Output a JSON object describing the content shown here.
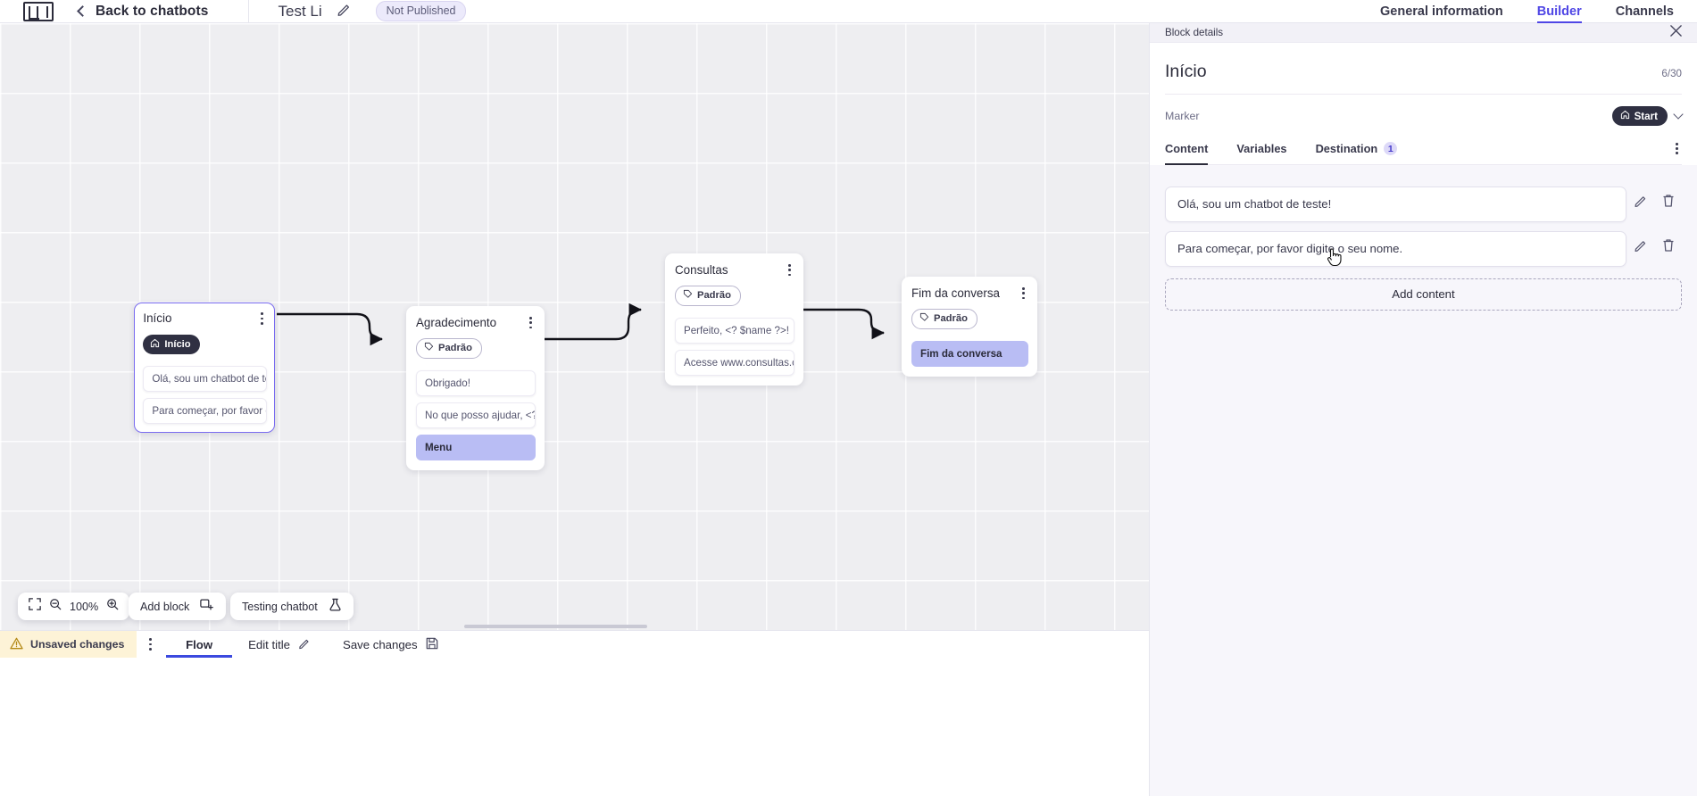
{
  "topbar": {
    "logo_icon": "brand-logo-icon",
    "back_label": "Back to chatbots",
    "bot_title": "Test Li",
    "edit_icon": "pencil-icon",
    "status_badge": "Not Published",
    "tabs": [
      {
        "label": "General information",
        "active": false
      },
      {
        "label": "Builder",
        "active": true
      },
      {
        "label": "Channels",
        "active": false
      }
    ]
  },
  "canvas": {
    "nodes": [
      {
        "title": "Início",
        "marker": "Início",
        "marker_type": "start",
        "selected": true,
        "rows": [
          {
            "text": "Olá, sou um chatbot de teste!",
            "highlight": false
          },
          {
            "text": "Para começar, por favor digite o ...",
            "highlight": false
          }
        ]
      },
      {
        "title": "Agradecimento",
        "marker": "Padrão",
        "marker_type": "default",
        "selected": false,
        "rows": [
          {
            "text": "Obrigado!",
            "highlight": false
          },
          {
            "text": "No que posso ajudar, <? $name ...",
            "highlight": false
          },
          {
            "text": "Menu",
            "highlight": true
          }
        ]
      },
      {
        "title": "Consultas",
        "marker": "Padrão",
        "marker_type": "default",
        "selected": false,
        "rows": [
          {
            "text": "Perfeito, <? $name ?>!",
            "highlight": false
          },
          {
            "text": "Acesse www.consultas.com par...",
            "highlight": false
          }
        ]
      },
      {
        "title": "Fim da conversa",
        "marker": "Padrão",
        "marker_type": "default",
        "selected": false,
        "rows": [
          {
            "text": "Fim da conversa",
            "highlight": true
          }
        ]
      }
    ],
    "toolbar": {
      "fit_icon": "fit-screen-icon",
      "zoom_out_icon": "zoom-out-icon",
      "zoom_level": "100%",
      "zoom_in_icon": "zoom-in-icon",
      "add_block_label": "Add block",
      "add_block_icon": "add-block-icon",
      "testing_label": "Testing chatbot",
      "testing_icon": "flask-icon"
    }
  },
  "footer": {
    "unsaved_label": "Unsaved changes",
    "warning_icon": "warning-triangle-icon",
    "more_icon": "kebab-menu-icon",
    "flow_tab": "Flow",
    "edit_title_label": "Edit title",
    "edit_title_icon": "pencil-icon",
    "save_label": "Save changes",
    "save_icon": "save-icon"
  },
  "panel": {
    "header_label": "Block details",
    "close_icon": "close-icon",
    "title": "Início",
    "counter": "6/30",
    "marker_label": "Marker",
    "marker_value": "Start",
    "marker_icon": "home-icon",
    "marker_chevron": "chevron-down-icon",
    "tabs": [
      {
        "label": "Content",
        "active": true,
        "badge": ""
      },
      {
        "label": "Variables",
        "active": false,
        "badge": ""
      },
      {
        "label": "Destination",
        "active": false,
        "badge": "1"
      }
    ],
    "more_icon": "kebab-menu-icon",
    "contents": [
      {
        "text": "Olá, sou um chatbot de teste!",
        "edit_icon": "pencil-icon",
        "delete_icon": "trash-icon"
      },
      {
        "text": "Para começar, por favor digite o seu nome.",
        "edit_icon": "pencil-icon",
        "delete_icon": "trash-icon"
      }
    ],
    "add_content_label": "Add content"
  },
  "colors": {
    "accent": "#4f46e5",
    "node_selected_border": "#7a6cf0",
    "highlight_row": "#b9bdf4",
    "marker_dark": "#2f3042",
    "warning_bg": "#fdf3d7"
  }
}
